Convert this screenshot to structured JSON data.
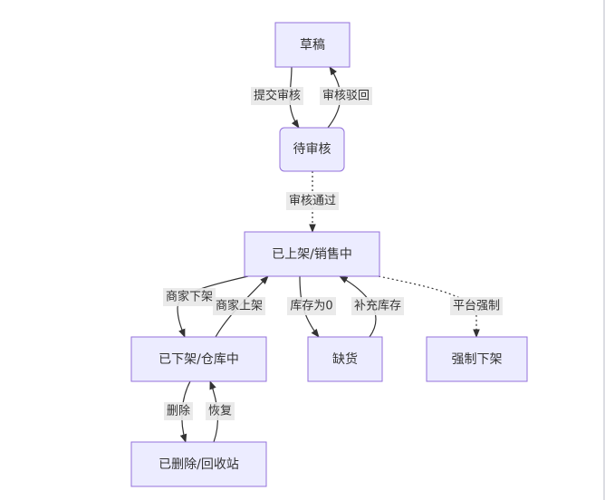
{
  "diagram": {
    "nodes": {
      "draft": "草稿",
      "pending": "待审核",
      "on_sale": "已上架/销售中",
      "off_shelf": "已下架/仓库中",
      "out_of_stock": "缺货",
      "forced_off": "强制下架",
      "deleted": "已删除/回收站"
    },
    "edges": {
      "submit": "提交审核",
      "reject": "审核驳回",
      "approve": "审核通过",
      "merchant_off": "商家下架",
      "merchant_on": "商家上架",
      "stock_zero": "库存为0",
      "restock": "补充库存",
      "platform_force": "平台强制",
      "delete": "删除",
      "restore": "恢复"
    }
  }
}
